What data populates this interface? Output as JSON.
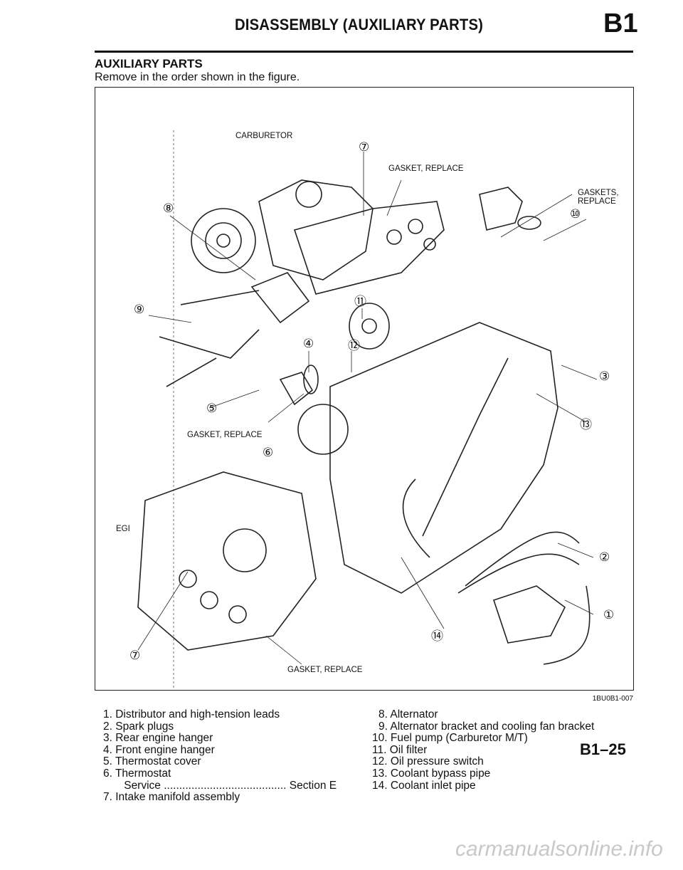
{
  "header": {
    "title": "DISASSEMBLY (AUXILIARY PARTS)",
    "section": "B1"
  },
  "section": {
    "heading": "AUXILIARY PARTS",
    "instruction": "Remove in the order shown in the figure."
  },
  "figure": {
    "code": "1BU0B1-007",
    "labels": {
      "carburetor": "CARBURETOR",
      "gasket_top": "GASKET, REPLACE",
      "gaskets_pump": "GASKETS,\nREPLACE",
      "gasket_thermo": "GASKET, REPLACE",
      "egi": "EGI",
      "gasket_bottom": "GASKET, REPLACE"
    },
    "callouts": {
      "c7a": "⑦",
      "c8": "⑧",
      "c10": "⑩",
      "c9": "⑨",
      "c11": "⑪",
      "c4": "④",
      "c12": "⑫",
      "c3": "③",
      "c5": "⑤",
      "c13": "⑬",
      "c6": "⑥",
      "c2": "②",
      "c1": "①",
      "c14": "⑭",
      "c7b": "⑦"
    }
  },
  "parts_left": [
    "1. Distributor and high-tension leads",
    "2. Spark plugs",
    "3. Rear engine hanger",
    "4. Front engine hanger",
    "5. Thermostat cover",
    "6. Thermostat",
    "    Service ........................................ Section E",
    "7. Intake manifold assembly"
  ],
  "parts_right": [
    "8. Alternator",
    "9. Alternator bracket and cooling fan bracket",
    "10. Fuel pump (Carburetor M/T)",
    "11. Oil filter",
    "12. Oil pressure switch",
    "13. Coolant bypass pipe",
    "14. Coolant inlet pipe"
  ],
  "footer": {
    "page_number": "B1–25",
    "watermark": "carmanualsonline.info"
  }
}
